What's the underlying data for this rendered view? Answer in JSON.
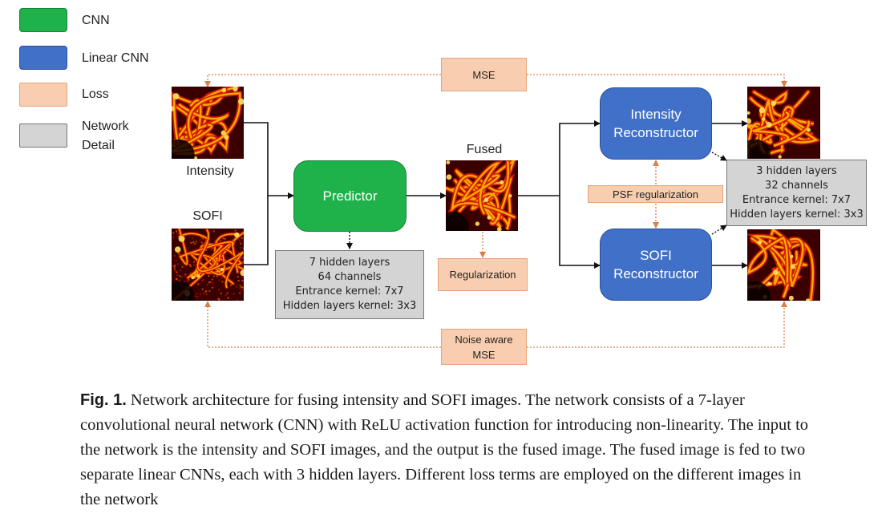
{
  "legend": [
    {
      "label": "CNN",
      "color": "#1fb24a"
    },
    {
      "label": "Linear CNN",
      "color": "#4070c8"
    },
    {
      "label": "Loss",
      "color": "#f9ceb0"
    },
    {
      "label": "Network\nDetail",
      "color": "#d4d4d4"
    }
  ],
  "images": {
    "intensity_label": "Intensity",
    "sofi_label": "SOFI",
    "fused_label": "Fused"
  },
  "nodes": {
    "predictor": "Predictor",
    "intensity_reconstructor": "Intensity\nReconstructor",
    "sofi_reconstructor": "SOFI\nReconstructor"
  },
  "losses": {
    "mse_top": "MSE",
    "noise_aware_mse": "Noise aware\nMSE",
    "regularization": "Regularization",
    "psf_regularization": "PSF regularization"
  },
  "details": {
    "predictor": [
      "7 hidden layers",
      "64 channels",
      "Entrance kernel: 7x7",
      "Hidden layers kernel: 3x3"
    ],
    "reconstructors": [
      "3 hidden layers",
      "32 channels",
      "Entrance kernel: 7x7",
      "Hidden layers kernel: 3x3"
    ]
  },
  "colors": {
    "cnn": "#1fb24a",
    "linear_cnn": "#4070c8",
    "loss": "#f9ceb0",
    "detail": "#d4d4d4",
    "loss_arrow": "#d9804a"
  },
  "caption": {
    "label": "Fig. 1.",
    "text": "Network architecture for fusing intensity and SOFI images. The network consists of a 7-layer convolutional neural network (CNN) with ReLU activation function for introducing non-linearity. The input to the network is the intensity and SOFI images, and the output is the fused image. The fused image is fed to two separate linear CNNs, each with 3 hidden layers. Different loss terms are employed on the different images in the network"
  }
}
